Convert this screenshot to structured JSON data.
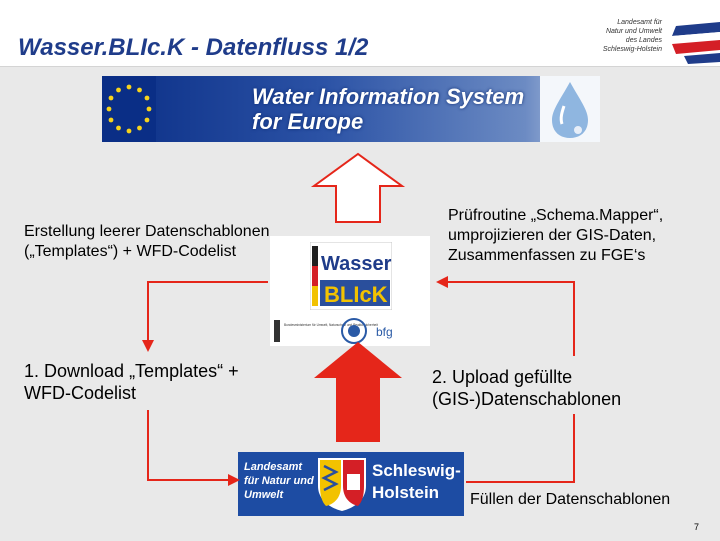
{
  "header": {
    "title": "Wasser.BLIc.K - Datenfluss 1/2",
    "org_line1": "Landesamt für",
    "org_line2": "Natur und Umwelt",
    "org_line3": "des Landes",
    "org_line4": "Schleswig-Holstein"
  },
  "banner": {
    "line1": "Water Information System",
    "line2": "for Europe"
  },
  "wasserblick_logo": {
    "top": "Wasser",
    "bottom": "BLIcK"
  },
  "partner_logos": {
    "bmu": "Bundesministerium für Umwelt, Naturschutz und Reaktorsicherheit",
    "bfg": "bfg"
  },
  "flow": {
    "left_text": "Erstellung leerer Datenschablonen („Templates“) + WFD-Codelist",
    "right_text": "Prüfroutine „Schema.Mapper“, umprojizieren der GIS-Daten, Zusammenfassen zu FGE‘s",
    "step1": "1. Download „Templates“ + WFD-Codelist",
    "step2": "2. Upload gefüllte (GIS-)Datenschablonen",
    "fill_label": "Füllen der Datenschablonen"
  },
  "lanu_logo": {
    "left": "Landesamt für Natur und Umwelt",
    "right": "Schleswig-Holstein"
  },
  "page_number": "7",
  "colors": {
    "title": "#1f3c8a",
    "arrow_red": "#e5261a",
    "banner_blue": "#0a2e86",
    "lanu_blue": "#1d4ca3"
  }
}
